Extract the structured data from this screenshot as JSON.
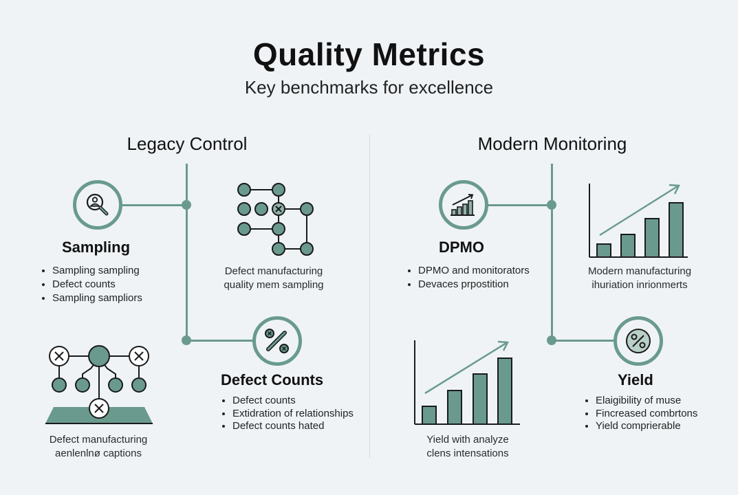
{
  "header": {
    "title": "Quality Metrics",
    "subtitle": "Key benchmarks for excellence"
  },
  "colors": {
    "background": "#eff3f6",
    "accent": "#6a9a8e",
    "text": "#111111",
    "divider": "#cfd6dc"
  },
  "sections": [
    {
      "title": "Legacy Control",
      "cards": [
        {
          "title": "Sampling",
          "icon": "magnifier-person-icon",
          "bullets": [
            "Sampling sampling",
            "Defect counts",
            "Sampling sampliors"
          ]
        },
        {
          "title": "Defect Counts",
          "icon": "percent-defect-icon",
          "bullets": [
            "Defect counts",
            "Extidration of relationships",
            "Defect counts hated"
          ]
        }
      ],
      "illustrations": [
        {
          "icon": "node-grid-icon",
          "caption_line1": "Defect manufacturing",
          "caption_line2": "quality mem sampling"
        },
        {
          "icon": "hierarchy-tree-icon",
          "caption_line1": "Defect manufacturing",
          "caption_line2": "aenlenlnø captions"
        }
      ]
    },
    {
      "title": "Modern Monitoring",
      "cards": [
        {
          "title": "DPMO",
          "icon": "bar-chart-trend-icon",
          "bullets": [
            "DPMO and monitorators",
            "Devaces prpostition"
          ]
        },
        {
          "title": "Yield",
          "icon": "percent-icon",
          "bullets": [
            "Elaigibility of muse",
            "Fincreased combrtons",
            "Yield comprierable"
          ]
        }
      ],
      "illustrations": [
        {
          "icon": "bar-chart-icon",
          "caption_line1": "Modern manufacturing",
          "caption_line2": "ihuriation inrionmerts"
        },
        {
          "icon": "bar-chart-icon",
          "caption_line1": "Yield with analyze",
          "caption_line2": "clens intensations"
        }
      ]
    }
  ]
}
